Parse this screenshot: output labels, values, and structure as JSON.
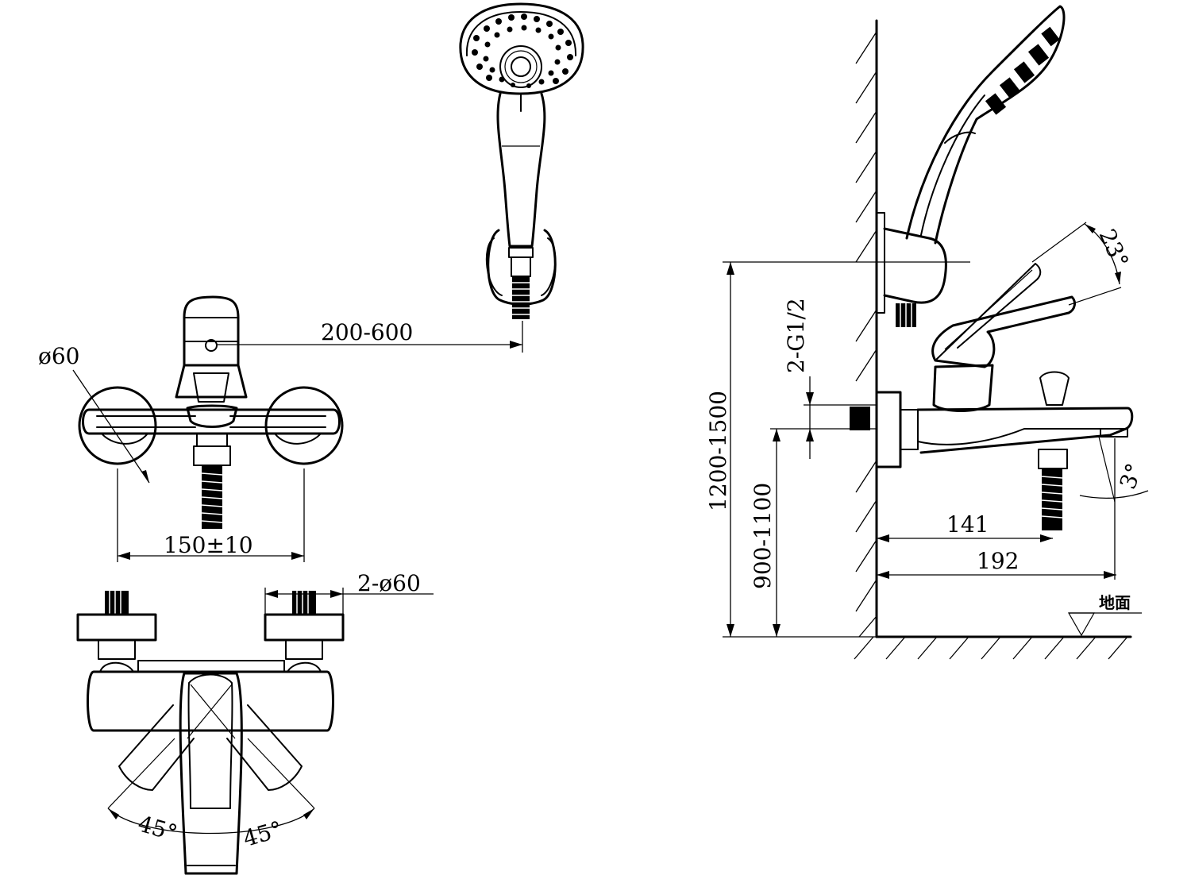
{
  "labels": {
    "dim_handshower_offset": "200-600",
    "dim_flange_dia_front": "ø60",
    "dim_center_distance": "150±10",
    "dim_flange_dia_top": "2-ø60",
    "dim_top_angle_left": "45°",
    "dim_top_angle_right": "45°",
    "dim_inlet_thread": "2-G1/2",
    "dim_holder_height": "1200-1500",
    "dim_mixer_height": "900-1100",
    "dim_depth_shower_outlet": "141",
    "dim_depth_spout": "192",
    "dim_lever_angle": "23°",
    "dim_spout_angle": "3°",
    "floor_label": "地面"
  }
}
